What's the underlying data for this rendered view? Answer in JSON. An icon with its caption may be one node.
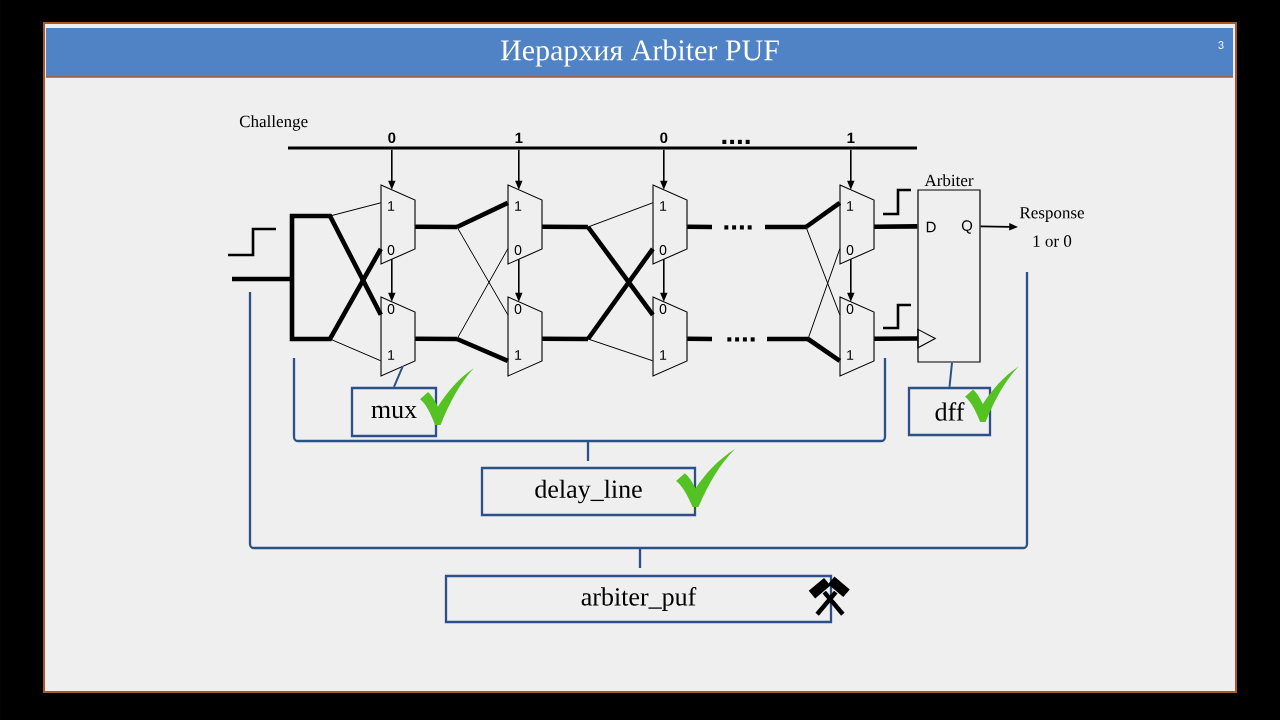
{
  "diagram": {
    "title": "Иерархия Arbiter PUF",
    "nodes": [
      {
        "text": [
          "Challenge"
        ]
      },
      {
        "text": [
          "1",
          "0"
        ]
      },
      {
        "text": [
          "0",
          "1"
        ]
      },
      {
        "text": [
          "1",
          "0"
        ]
      },
      {
        "text": [
          "0",
          "1"
        ]
      },
      {
        "text": [
          "1",
          "0"
        ]
      },
      {
        "text": [
          "0",
          "1"
        ]
      },
      {
        "text": [
          "1",
          "0"
        ]
      },
      {
        "text": [
          "0",
          "1"
        ]
      },
      {
        "text": [
          "Arbiter",
          "D",
          "Q"
        ]
      },
      {
        "text": [
          "Response",
          "1 or 0"
        ]
      },
      {
        "text": [
          "mux"
        ]
      },
      {
        "text": [
          "dff"
        ]
      },
      {
        "text": [
          "delay_line"
        ]
      },
      {
        "text": [
          "arbiter_puf"
        ]
      }
    ],
    "edges": [
      {
        "from": 0,
        "to": 1,
        "arrow": "to",
        "label": "0"
      },
      {
        "from": 0,
        "to": 3,
        "arrow": "to",
        "label": "1"
      },
      {
        "from": 0,
        "to": 5,
        "arrow": "to",
        "label": "0"
      },
      {
        "from": 0,
        "to": 7,
        "arrow": "to",
        "label": "1"
      },
      {
        "from": 1,
        "to": 2,
        "arrow": "to"
      },
      {
        "from": 3,
        "to": 4,
        "arrow": "to"
      },
      {
        "from": 5,
        "to": 6,
        "arrow": "to"
      },
      {
        "from": 7,
        "to": 8,
        "arrow": "to"
      },
      {
        "from": null,
        "to": 1,
        "arrow": "none"
      },
      {
        "from": null,
        "to": 2,
        "arrow": "none",
        "style": "thick"
      },
      {
        "from": null,
        "to": 1,
        "arrow": "none",
        "style": "thick"
      },
      {
        "from": null,
        "to": 2,
        "arrow": "none"
      },
      {
        "from": 1,
        "to": 3,
        "arrow": "none",
        "style": "thick"
      },
      {
        "from": 1,
        "to": 4,
        "arrow": "none"
      },
      {
        "from": 2,
        "to": 4,
        "arrow": "none",
        "style": "thick"
      },
      {
        "from": 2,
        "to": 3,
        "arrow": "none"
      },
      {
        "from": 3,
        "to": 6,
        "arrow": "none",
        "style": "thick"
      },
      {
        "from": 3,
        "to": 5,
        "arrow": "none"
      },
      {
        "from": 4,
        "to": 5,
        "arrow": "none",
        "style": "thick"
      },
      {
        "from": 4,
        "to": 6,
        "arrow": "none"
      },
      {
        "from": 5,
        "to": null,
        "arrow": "none",
        "style": "thick"
      },
      {
        "from": 6,
        "to": null,
        "arrow": "none",
        "style": "thick"
      },
      {
        "from": null,
        "to": 7,
        "arrow": "none",
        "style": "thick"
      },
      {
        "from": null,
        "to": 8,
        "arrow": "none"
      },
      {
        "from": null,
        "to": 8,
        "arrow": "none",
        "style": "thick"
      },
      {
        "from": null,
        "to": 7,
        "arrow": "none"
      },
      {
        "from": 7,
        "to": 9,
        "arrow": "none",
        "style": "thick"
      },
      {
        "from": 8,
        "to": 9,
        "arrow": "to",
        "style": "thick"
      },
      {
        "from": 9,
        "to": 10,
        "arrow": "to"
      },
      {
        "from": 11,
        "to": 2,
        "arrow": "none",
        "color": "#2e5088"
      },
      {
        "from": 12,
        "to": 9,
        "arrow": "none",
        "color": "#2e5088"
      }
    ],
    "labels": [
      "3",
      "....",
      "....",
      "...."
    ]
  }
}
